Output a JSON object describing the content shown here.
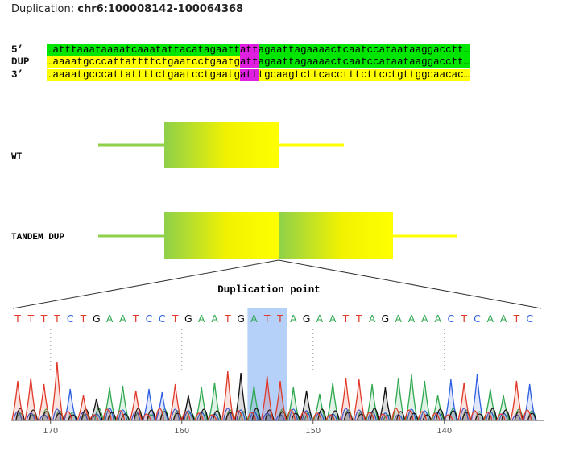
{
  "title": {
    "prefix": "Duplication:",
    "location": "chr6:100008142-100064368"
  },
  "sequences": [
    {
      "label": "5’",
      "segments": [
        {
          "text": "…atttaaataaaatcaaatattacatagaatt",
          "bg": "#00e600"
        },
        {
          "text": "att",
          "bg": "#e020e0"
        },
        {
          "text": "agaattagaaaactcaatccataataaggacctt…",
          "bg": "#00e600"
        }
      ]
    },
    {
      "label": "DUP",
      "segments": [
        {
          "text": "…aaaatgcccattattttctgaatcctgaatg",
          "bg": "#ffff00"
        },
        {
          "text": "att",
          "bg": "#e020e0"
        },
        {
          "text": "agaattagaaaactcaatccataataaggacctt…",
          "bg": "#00e600"
        }
      ]
    },
    {
      "label": "3’",
      "segments": [
        {
          "text": "…aaaatgcccattattttctgaatcctgaatg",
          "bg": "#ffff00"
        },
        {
          "text": "att",
          "bg": "#e020e0"
        },
        {
          "text": "tgcaagtcttcacctttcttcctgttggcaacac…",
          "bg": "#ffff00"
        }
      ]
    }
  ],
  "tracks": {
    "wt_label": "WT",
    "dup_label": "TANDEM DUP",
    "duplication_point_label": "Duplication point"
  },
  "chromatogram": {
    "bases": [
      "T",
      "T",
      "T",
      "T",
      "C",
      "T",
      "G",
      "A",
      "A",
      "T",
      "C",
      "C",
      "T",
      "G",
      "A",
      "A",
      "T",
      "G",
      "A",
      "T",
      "T",
      "A",
      "G",
      "A",
      "A",
      "T",
      "T",
      "A",
      "G",
      "A",
      "A",
      "A",
      "A",
      "C",
      "T",
      "C",
      "A",
      "A",
      "T",
      "C"
    ],
    "highlight_range": [
      18,
      20
    ],
    "axis_ticks": [
      {
        "label": "170",
        "pos": 2.5
      },
      {
        "label": "160",
        "pos": 12.5
      },
      {
        "label": "150",
        "pos": 22.5
      },
      {
        "label": "140",
        "pos": 32.5
      }
    ],
    "dashed_after": [
      2,
      12,
      22,
      32
    ],
    "base_colors": {
      "A": "#2fa84f",
      "C": "#2f5fe0",
      "G": "#111111",
      "T": "#e03a2a"
    }
  }
}
